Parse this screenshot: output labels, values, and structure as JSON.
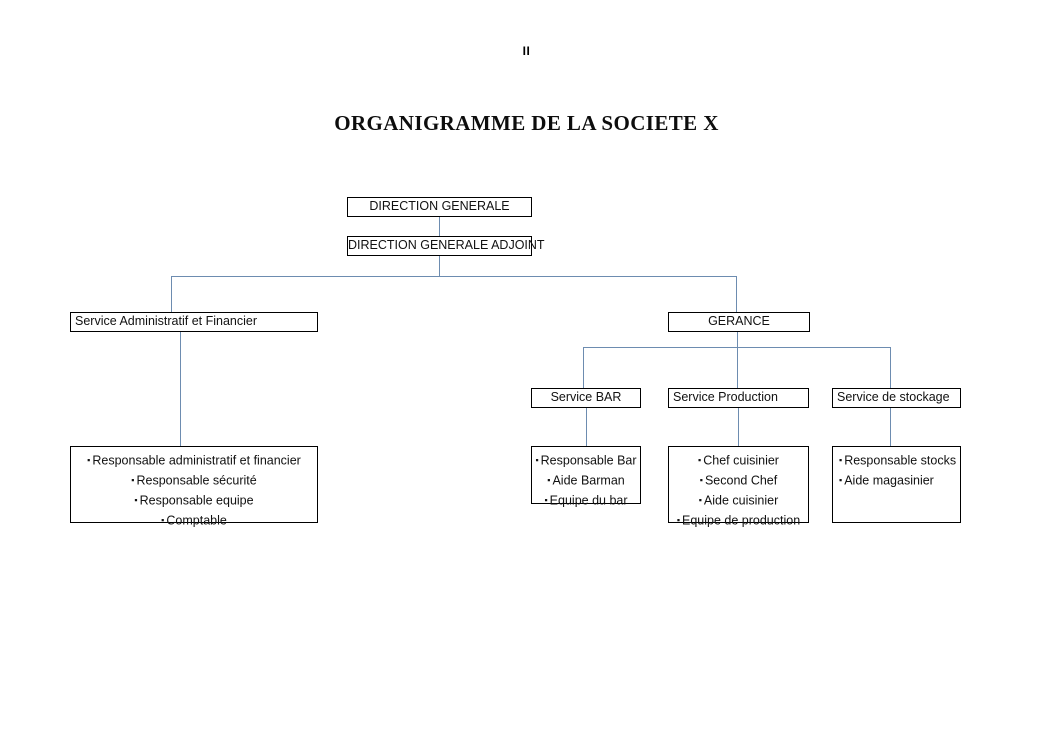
{
  "document": {
    "page_header": "II",
    "title": "ORGANIGRAMME DE LA SOCIETE X"
  },
  "colors": {
    "connector": "#6d8cb0",
    "box_border": "#000000",
    "text": "#111111",
    "background": "#ffffff"
  },
  "chart_data": {
    "type": "diagram",
    "title": "ORGANIGRAMME DE LA SOCIETE X",
    "nodes": {
      "direction_generale": "DIRECTION GENERALE",
      "direction_generale_adjoint": "DIRECTION GENERALE ADJOINT",
      "service_administratif": "Service Administratif et Financier",
      "gerance": "GERANCE",
      "service_bar": "Service BAR",
      "service_production": "Service Production",
      "service_stockage": "Service de stockage"
    },
    "detail_lists": {
      "administratif_items": [
        "Responsable administratif et financier",
        "Responsable sécurité",
        "Responsable equipe",
        "Comptable"
      ],
      "bar_items": [
        "Responsable Bar",
        "Aide Barman",
        "Equipe du bar"
      ],
      "production_items": [
        "Chef cuisinier",
        "Second Chef",
        "Aide cuisinier",
        "Equipe de production"
      ],
      "stockage_items": [
        "Responsable stocks",
        "Aide magasinier"
      ]
    },
    "bullet_glyph": "▪",
    "hierarchy": [
      {
        "parent": "DIRECTION GENERALE",
        "children": [
          "DIRECTION GENERALE ADJOINT"
        ]
      },
      {
        "parent": "DIRECTION GENERALE ADJOINT",
        "children": [
          "Service Administratif et Financier",
          "GERANCE"
        ]
      },
      {
        "parent": "GERANCE",
        "children": [
          "Service BAR",
          "Service Production",
          "Service de stockage"
        ]
      }
    ]
  }
}
